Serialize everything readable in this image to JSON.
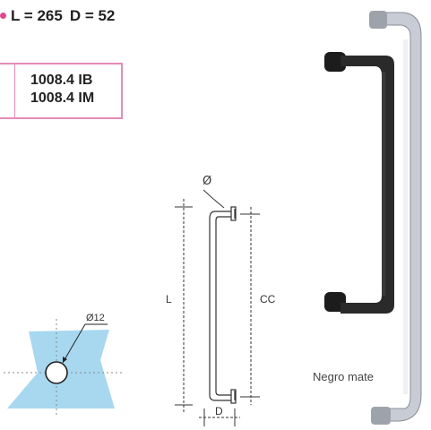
{
  "dimensions": {
    "length": "L = 265",
    "diameter": "D = 52"
  },
  "codes": [
    "1008.4 IB",
    "1008.4 IM"
  ],
  "drawing": {
    "diameter_symbol": "Ø",
    "label_l": "L",
    "label_cc": "CC",
    "label_d": "D"
  },
  "hole_detail": {
    "diameter_label": "Ø12"
  },
  "finish": {
    "label": "Negro mate"
  },
  "colors": {
    "accent": "#e58bb8",
    "hole_fill": "#a8d8f0",
    "matte_black": "#2a2a2a",
    "chrome": "#c8ccd4"
  }
}
